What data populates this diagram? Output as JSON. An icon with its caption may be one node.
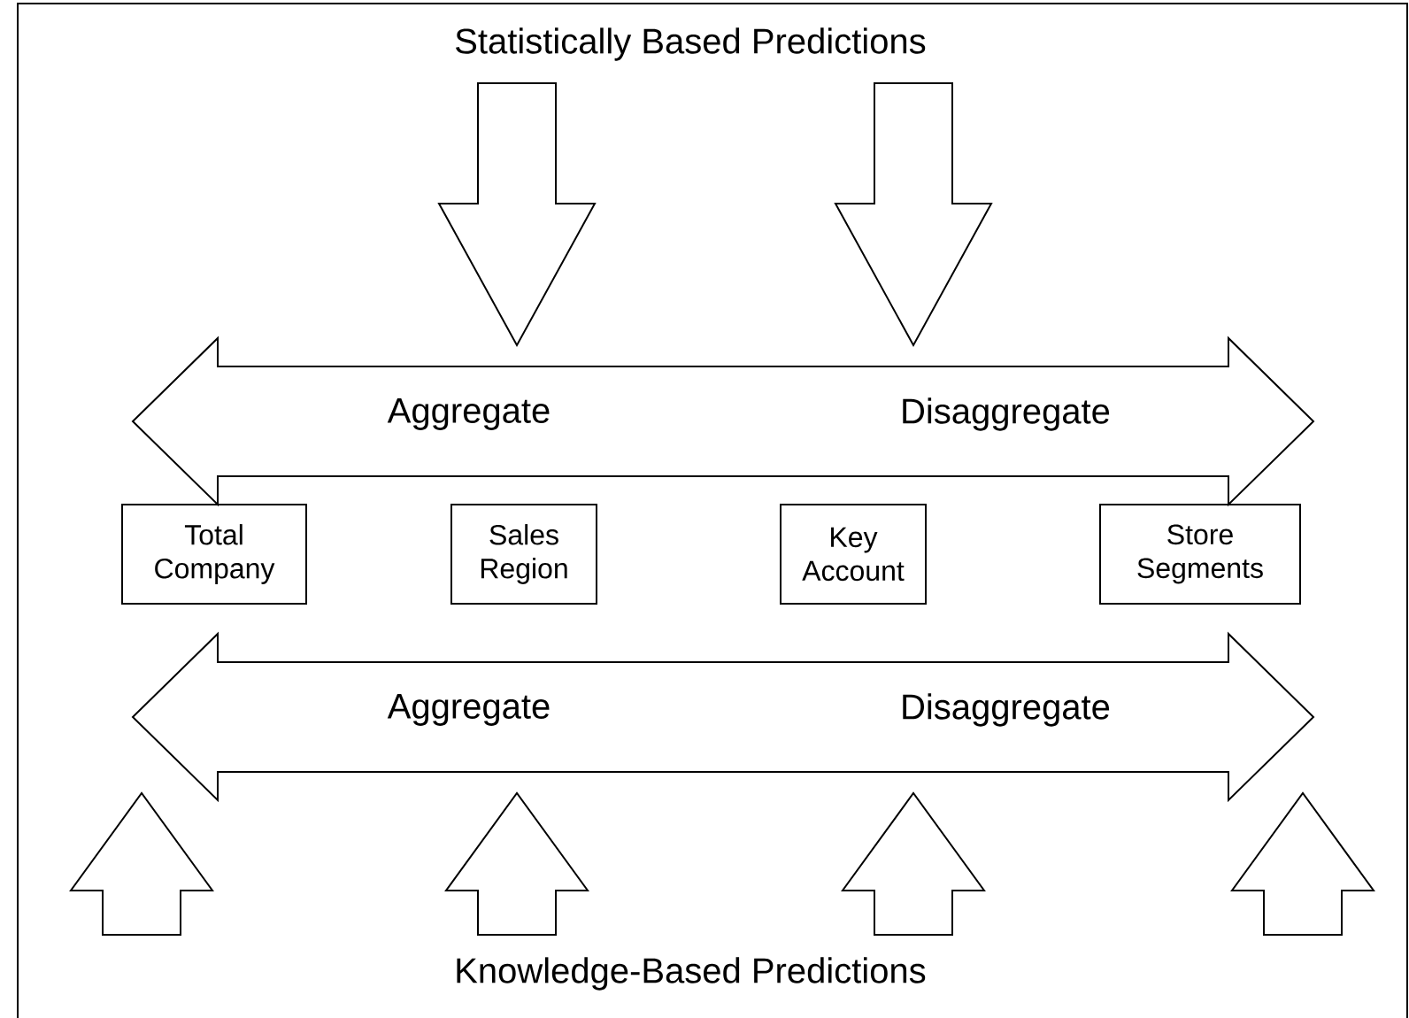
{
  "diagram": {
    "nodes": [
      {
        "text": [
          "Statistically Based Predictions"
        ]
      },
      {
        "text": [
          "Aggregate",
          "Disaggregate"
        ]
      },
      {
        "text": [
          "Total Company"
        ]
      },
      {
        "text": [
          "Sales Region"
        ]
      },
      {
        "text": [
          "Key Account"
        ]
      },
      {
        "text": [
          "Store Segments"
        ]
      },
      {
        "text": [
          "Aggregate",
          "Disaggregate"
        ]
      },
      {
        "text": [
          "Knowledge-Based Predictions"
        ]
      }
    ],
    "edges": [
      {
        "from": 0,
        "to": 1,
        "arrow": "to"
      },
      {
        "from": 0,
        "to": 1,
        "arrow": "to"
      },
      {
        "from": null,
        "to": 6,
        "arrow": "to"
      },
      {
        "from": 7,
        "to": 6,
        "arrow": "to"
      },
      {
        "from": 7,
        "to": 6,
        "arrow": "to"
      },
      {
        "from": null,
        "to": 6,
        "arrow": "to"
      }
    ]
  }
}
